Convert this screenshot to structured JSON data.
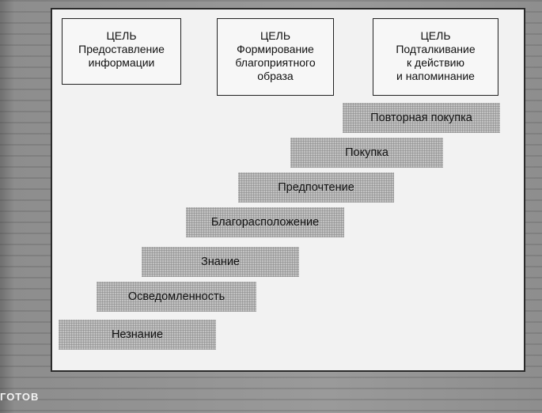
{
  "goals": [
    {
      "title": "ЦЕЛЬ",
      "lines": [
        "Предоставление",
        "информации"
      ]
    },
    {
      "title": "ЦЕЛЬ",
      "lines": [
        "Формирование",
        "благоприятного",
        "образа"
      ]
    },
    {
      "title": "ЦЕЛЬ",
      "lines": [
        "Подталкивание",
        "к действию",
        "и напоминание"
      ]
    }
  ],
  "stages": [
    {
      "label": "Повторная покупка"
    },
    {
      "label": "Покупка"
    },
    {
      "label": "Предпочтение"
    },
    {
      "label": "Благорасположение"
    },
    {
      "label": "Знание"
    },
    {
      "label": "Осведомленность"
    },
    {
      "label": "Незнание"
    }
  ],
  "footer": {
    "text": "ГОТОВ"
  }
}
